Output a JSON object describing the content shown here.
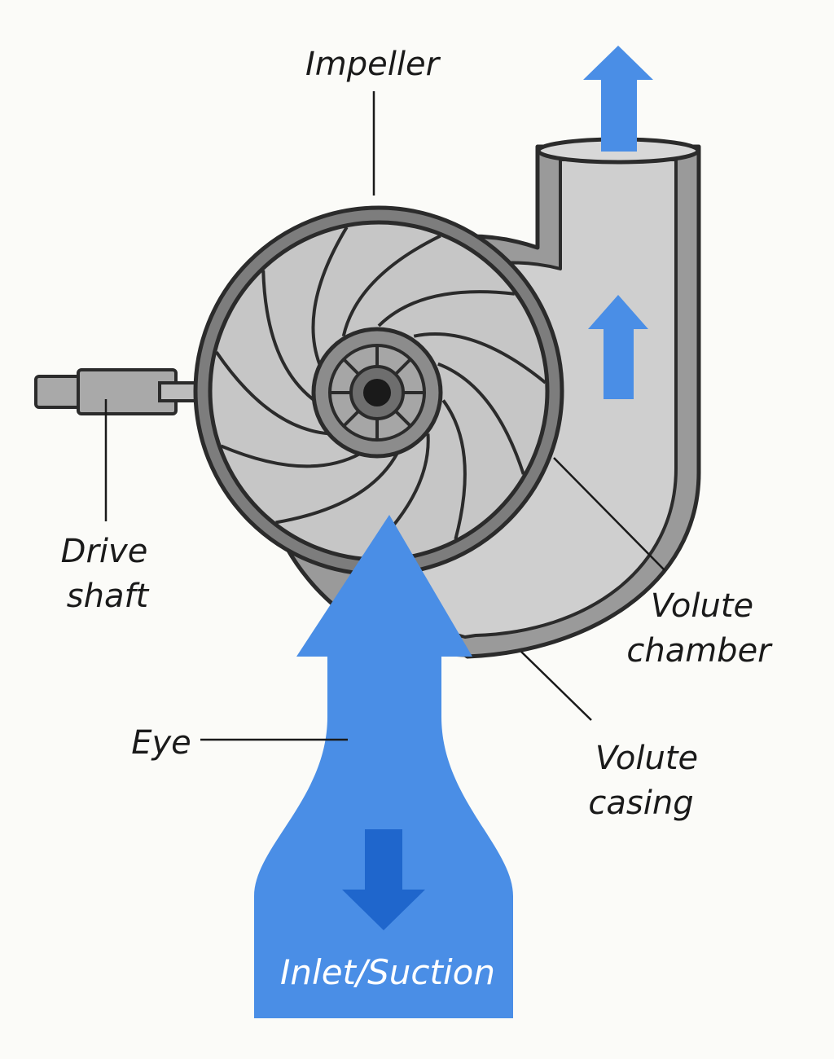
{
  "labels": {
    "impeller": "Impeller",
    "drive_shaft_line1": "Drive",
    "drive_shaft_line2": "shaft",
    "eye": "Eye",
    "volute_chamber_line1": "Volute",
    "volute_chamber_line2": "chamber",
    "volute_casing_line1": "Volute",
    "volute_casing_line2": "casing",
    "inlet": "Inlet/Suction"
  },
  "colors": {
    "flow_blue": "#4a8ee6",
    "flow_dark_blue": "#1f66cc",
    "casing_gray": "#9a9a9a",
    "chamber_gray": "#cfcfcf",
    "outline": "#2b2b2b"
  },
  "icons": {
    "discharge_arrow": "up-arrow-icon",
    "flow_arrow": "up-arrow-icon",
    "suction_arrow": "down-arrow-icon"
  }
}
